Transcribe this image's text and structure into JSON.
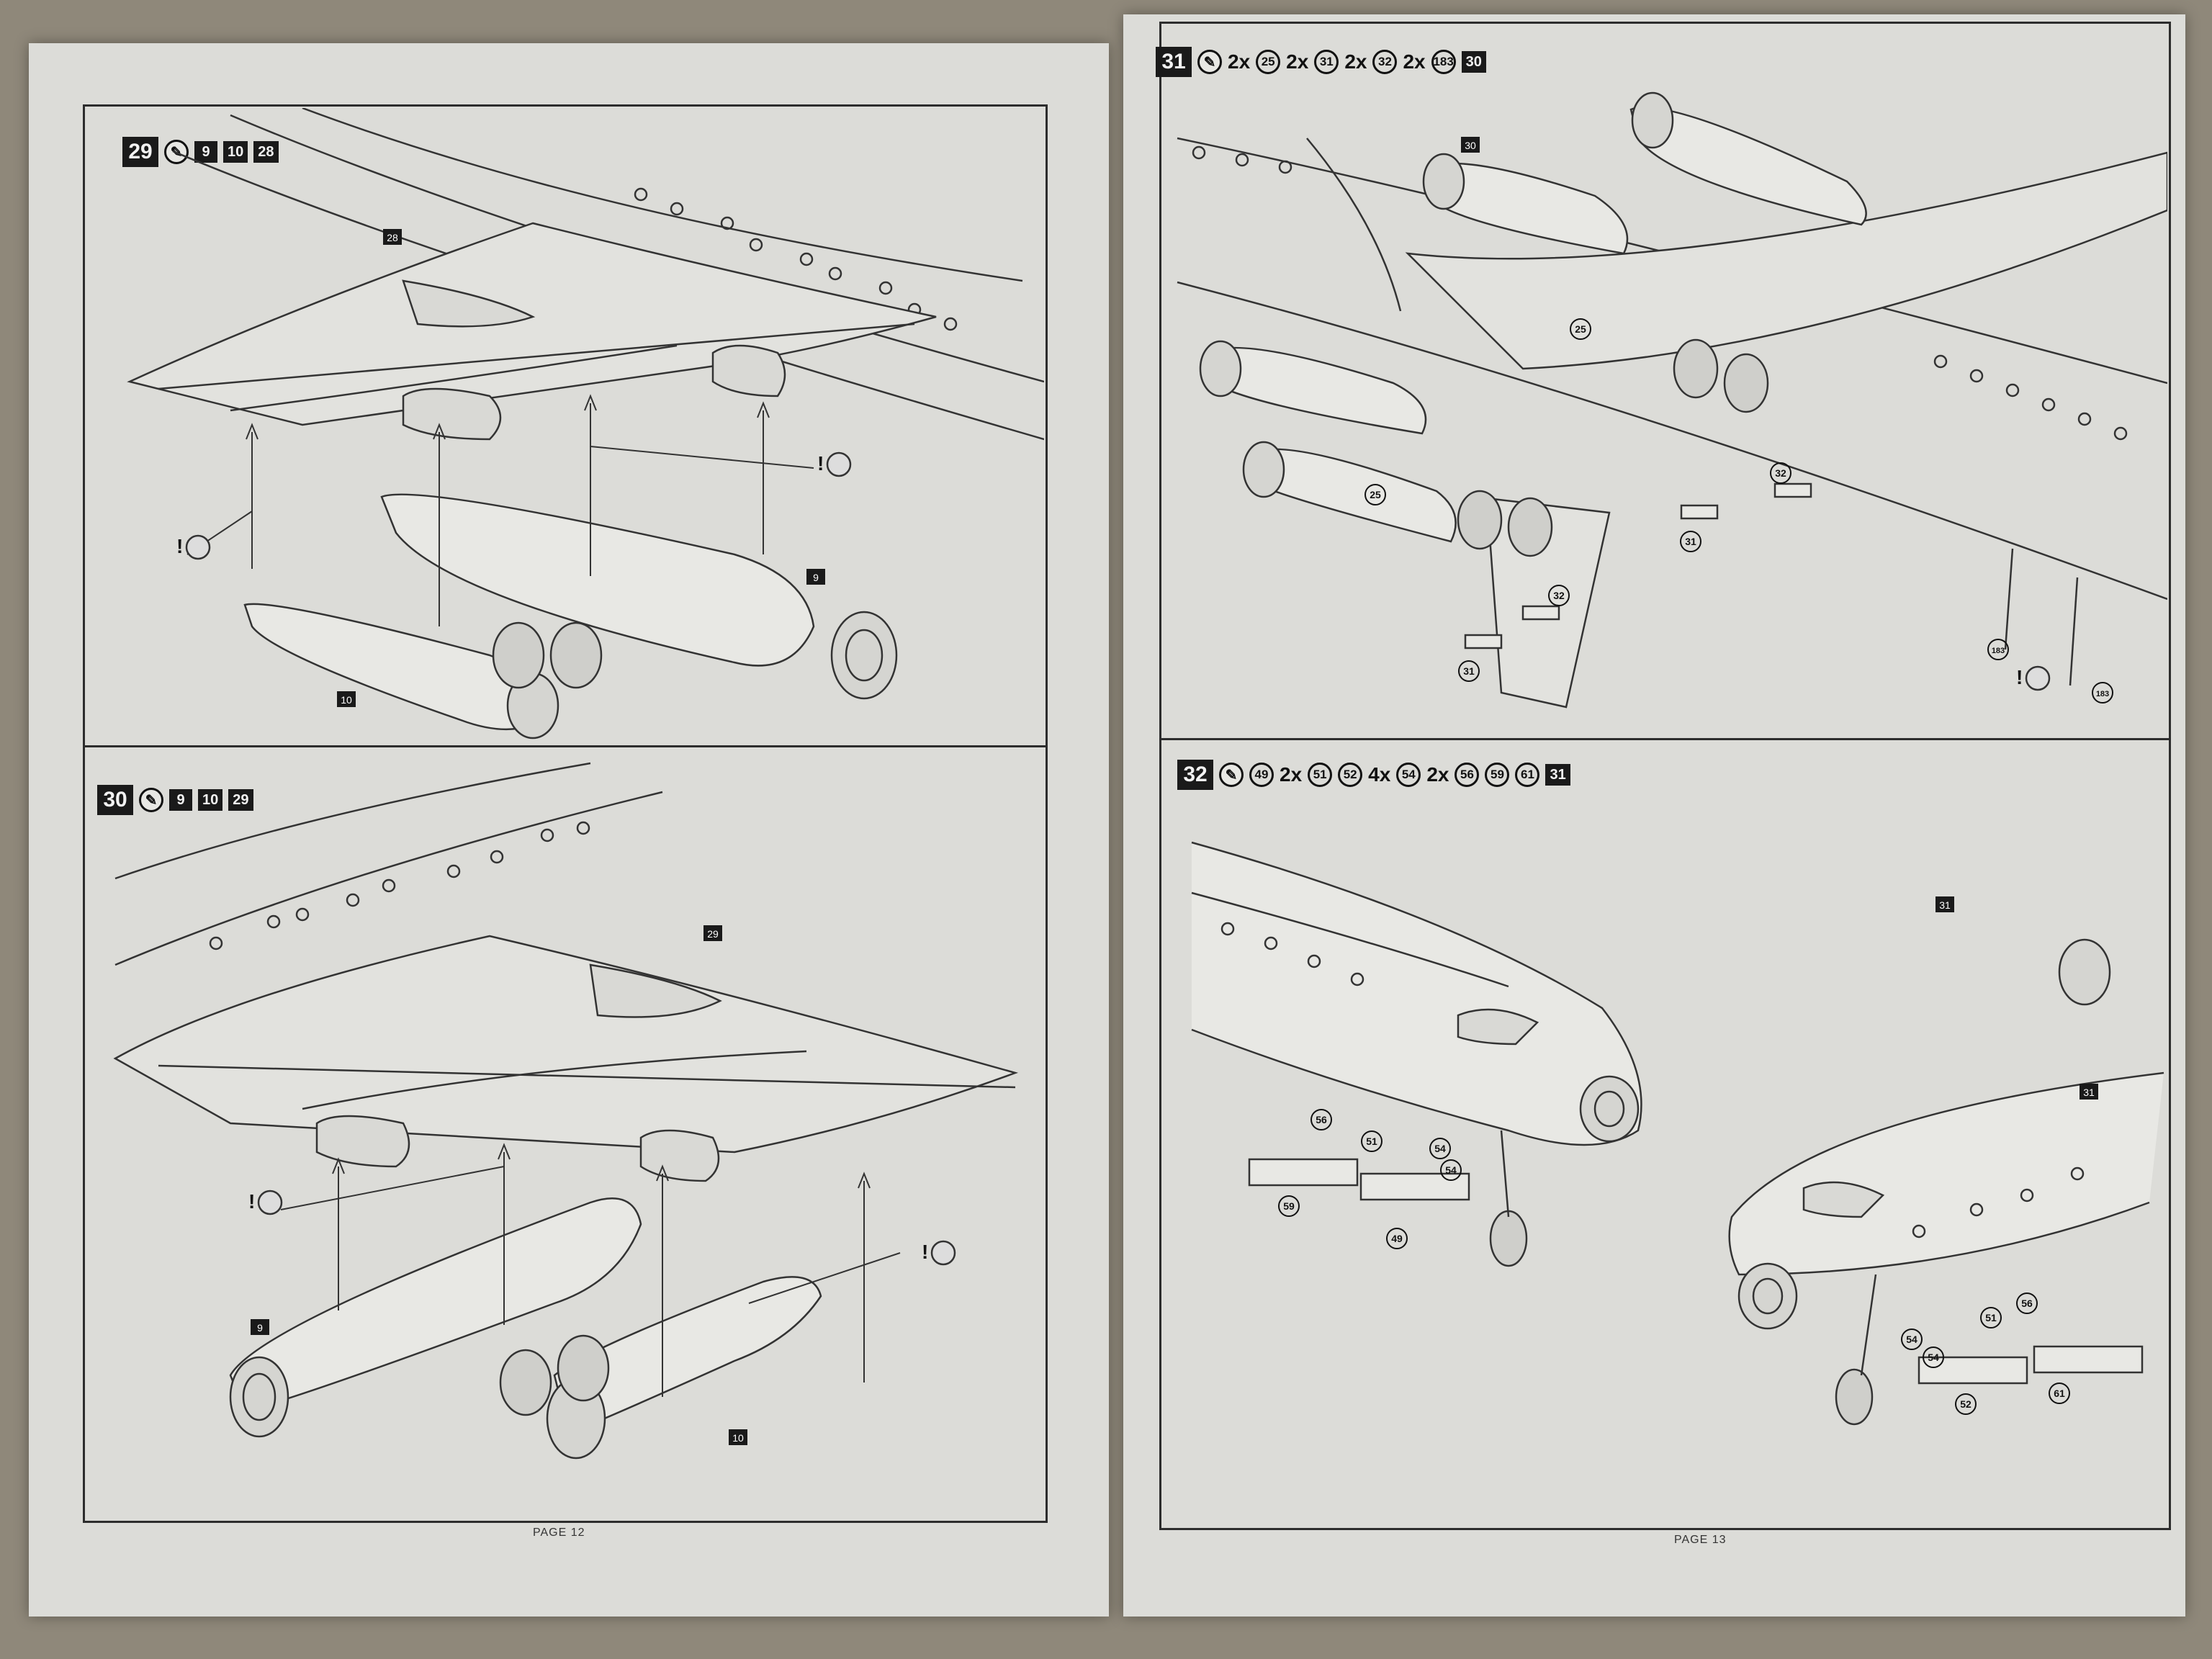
{
  "pages": {
    "left": {
      "footer": "PAGE 12"
    },
    "right": {
      "footer": "PAGE 13"
    }
  },
  "steps": {
    "s29": {
      "num": "29",
      "refs": [
        "9",
        "10",
        "28"
      ],
      "labels": {
        "wing": "28",
        "nacelle_a": "9",
        "nacelle_b": "10"
      }
    },
    "s30": {
      "num": "30",
      "refs": [
        "9",
        "10",
        "29"
      ],
      "labels": {
        "wing": "29",
        "nacelle_a": "9",
        "nacelle_b": "10"
      }
    },
    "s31": {
      "num": "31",
      "header": [
        {
          "qty": "2x",
          "part": "25"
        },
        {
          "qty": "2x",
          "part": "31"
        },
        {
          "qty": "2x",
          "part": "32"
        },
        {
          "qty": "2x",
          "part": "183"
        }
      ],
      "ref": "30",
      "labels": {
        "assembly": "30",
        "p25a": "25",
        "p25b": "25",
        "p31a": "31",
        "p31b": "31",
        "p32a": "32",
        "p32b": "32",
        "p183a": "183",
        "p183b": "183"
      }
    },
    "s32": {
      "num": "32",
      "header": [
        {
          "qty": "",
          "part": "49"
        },
        {
          "qty": "2x",
          "part": "51"
        },
        {
          "qty": "",
          "part": "52"
        },
        {
          "qty": "4x",
          "part": "54"
        },
        {
          "qty": "2x",
          "part": "56"
        },
        {
          "qty": "",
          "part": "59"
        },
        {
          "qty": "",
          "part": "61"
        }
      ],
      "ref": "31",
      "labels": {
        "assembly_a": "31",
        "assembly_b": "31",
        "l56": "56",
        "l51": "51",
        "l54a": "54",
        "l54b": "54",
        "l59": "59",
        "l49": "49",
        "r54a": "54",
        "r54b": "54",
        "r51": "51",
        "r56": "56",
        "r52": "52",
        "r61": "61"
      }
    }
  },
  "icons": {
    "glue": "glue-icon",
    "warning": "warning-glue-icon"
  },
  "colors": {
    "paper": "#dcdcd8",
    "ink": "#2d2d2d",
    "background": "#8f887a"
  }
}
